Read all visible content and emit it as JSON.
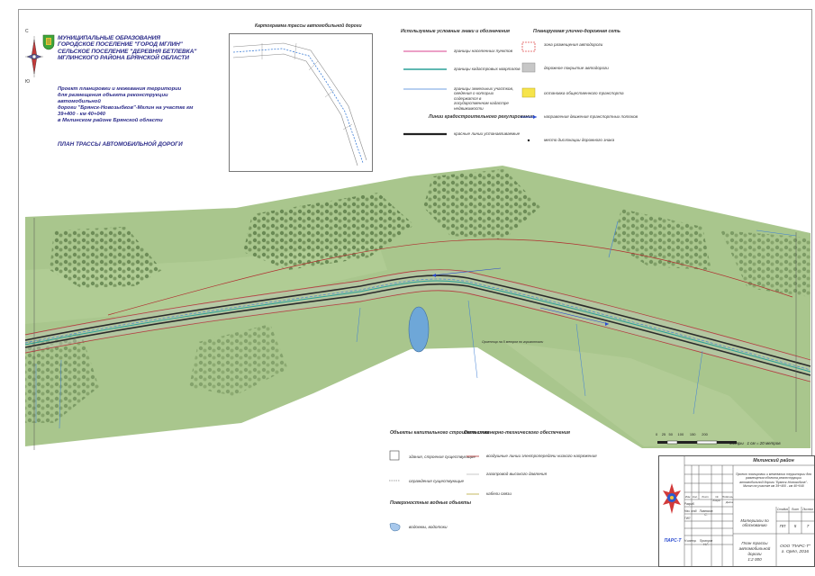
{
  "header": {
    "municipality_lines": [
      "МУНИЦИПАЛЬНЫЕ ОБРАЗОВАНИЯ",
      "ГОРОДСКОЕ ПОСЕЛЕНИЕ \"ГОРОД МГЛИН\"",
      "СЕЛЬСКОЕ ПОСЕЛЕНИЕ \"ДЕРЕВНЯ БЕТЛЕВКА\"",
      "МГЛИНСКОГО РАЙОНА БРЯНСКОЙ",
      "ОБЛАСТИ"
    ],
    "project_lines": [
      "Проект планировки и межевания территории",
      "для размещения объекта реконструкции автомобильной",
      "дороги \"Брянск-Новозыбков\"-Мглин на участке км 39+400 - км 40+040",
      "в Мглинском районе Брянской области"
    ],
    "plan_title": "ПЛАН ТРАССЫ АВТОМОБИЛЬНОЙ ДОРОГИ"
  },
  "inset": {
    "title": "Картограмма трассы автомобильной дороги"
  },
  "legend_conventional": {
    "title": "Используемые условные знаки и обозначения",
    "items": [
      "границы населенных пунктов",
      "границы кадастровых кварталов",
      "границы земельных участков, сведения о которых содержатся в государственном кадастре недвижимости"
    ],
    "sub_title": "Линии градостроительного регулирования",
    "red_line": "красные линии устанавливаемые"
  },
  "legend_planned": {
    "title": "Планируемая улично-дорожная сеть",
    "items": [
      "зона размещения автодороги",
      "дорожное покрытие автодороги",
      "остановка общественного транспорта",
      "направления движения транспортных потоков",
      "место дислокации дорожного знака"
    ]
  },
  "legend_buildings": {
    "title": "Объекты капитального строительства",
    "items": [
      "здания, строения существующие",
      "ограждения существующие"
    ]
  },
  "legend_water": {
    "title": "Поверхностные водные объекты",
    "items": [
      "водоемы, водотоки"
    ]
  },
  "legend_engineering": {
    "title": "Сети инженерно-технического обеспечения",
    "items": [
      "воздушные линии электропередачи низкого напряжения",
      "газопровод высокого давления",
      "кабели связи"
    ]
  },
  "scale": {
    "ticks": [
      "0",
      "25",
      "50",
      "100",
      "150",
      "200"
    ],
    "unit": "Метры",
    "ratio": "1 см = 20 метров"
  },
  "stamp": {
    "region": "Мглинский район",
    "project_name": "Проект планировки и межевания территории для размещения объекта реконструкции автомобильной дороги \"Брянск-Новозыбков\"-Мглин на участке км 39+400 - км 40+040",
    "column_headers": [
      "Изм.",
      "Кол.",
      "Лист",
      "№ докум.",
      "Подпись",
      "Дата"
    ],
    "roles": [
      "Разраб.",
      "Нач. отд.",
      "ГИП",
      "Н.контр."
    ],
    "names": [
      "",
      "Прохоров Н.Г.",
      "",
      "Павлюков С."
    ],
    "material": "Материалы по обоснованию",
    "stage_headers": [
      "Стадия",
      "Лист",
      "Листов"
    ],
    "stage_values": [
      "ПП",
      "5",
      "7"
    ],
    "sheet_title_lines": [
      "План трассы",
      "автомобильной дороги",
      "1:2 000"
    ],
    "company_lines": [
      "ООО \"ПАРС-Т\"",
      "г. Орёл, 2016"
    ],
    "logo_text": "ПАРС-Т"
  },
  "map_labels": {
    "trap_label": "Ориентир на 5 метров по горизонтали"
  },
  "colors": {
    "road_main": "#2a2a2a",
    "red_line": "#b03030",
    "cadastre": "#2aa198",
    "parcel": "#3f7fd6",
    "water": "#6ea7d8"
  }
}
